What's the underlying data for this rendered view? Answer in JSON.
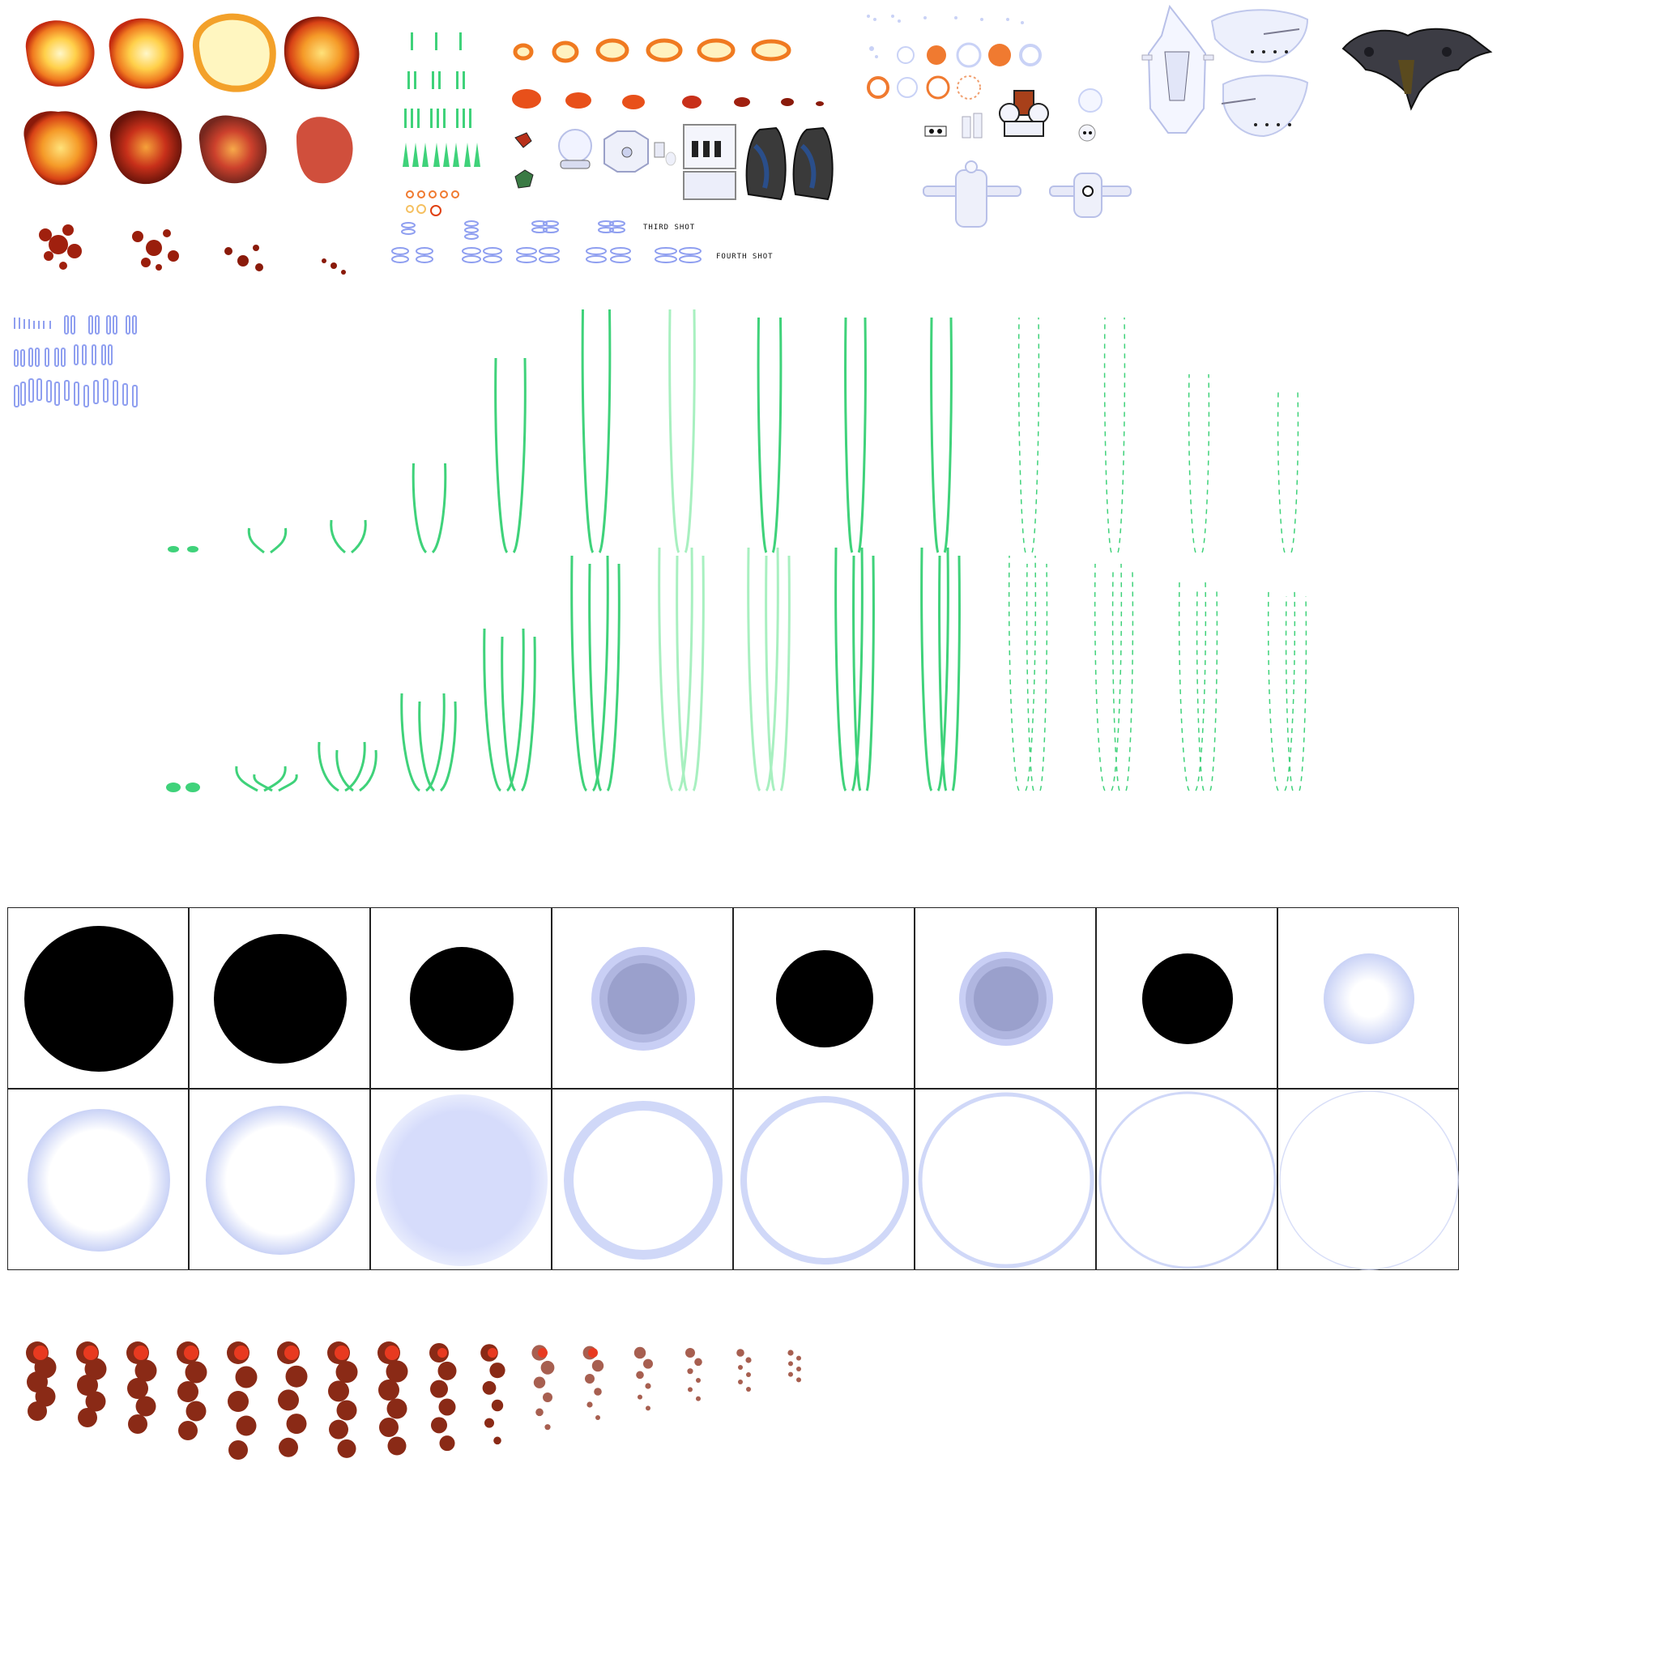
{
  "sheet": {
    "labels": {
      "third_shot": "THIRD SHOT",
      "fourth_shot": "FOURTH SHOT"
    },
    "colors": {
      "background": "#ffffff",
      "fire_core": "#fff6c2",
      "fire_mid": "#ffb23a",
      "fire_outer": "#e0441a",
      "fire_dark": "#8a1a0a",
      "laser_green": "#3fd27a",
      "laser_green_light": "#a8f0c0",
      "shot_blue": "#8f9ff0",
      "orb_shadow": "#000000",
      "orb_purple": "#9aa0cc",
      "ring_blue": "#c9d2f6",
      "accent_orange": "#f07a30",
      "smoke_red": "#9a2a18",
      "grid_line": "#222222"
    },
    "sections": [
      "explosion-frames",
      "green-vertical-shots",
      "fire-ring-frames",
      "third-fourth-shot-rings",
      "mech-parts",
      "enemy-ships",
      "blue-laser-shots",
      "green-wave-laser-frames",
      "shockwave-grid",
      "smoke-trail-frames"
    ]
  }
}
